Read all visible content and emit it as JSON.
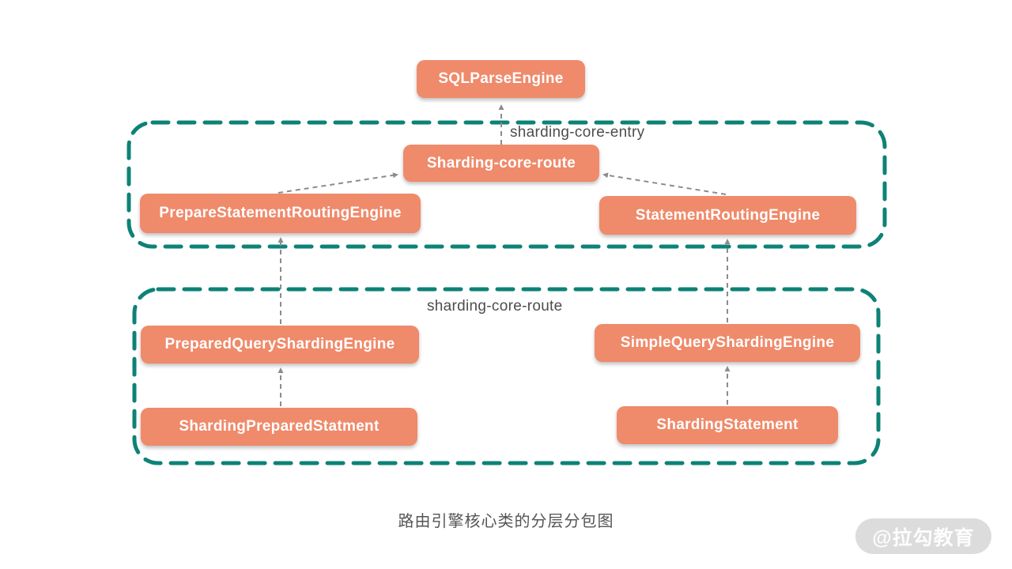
{
  "diagram": {
    "nodes": {
      "sqlParseEngine": {
        "label": "SQLParseEngine"
      },
      "shardingCoreRoute": {
        "label": "Sharding-core-route"
      },
      "prepareStatementRoutingEngine": {
        "label": "PrepareStatementRoutingEngine"
      },
      "statementRoutingEngine": {
        "label": "StatementRoutingEngine"
      },
      "preparedQueryShardingEngine": {
        "label": "PreparedQueryShardingEngine"
      },
      "simpleQueryShardingEngine": {
        "label": "SimpleQueryShardingEngine"
      },
      "shardingPreparedStatment": {
        "label": "ShardingPreparedStatment"
      },
      "shardingStatement": {
        "label": "ShardingStatement"
      }
    },
    "groups": {
      "entry": {
        "label": "sharding-core-entry"
      },
      "route": {
        "label": "sharding-core-route"
      }
    },
    "edges": [
      {
        "from": "shardingCoreRoute",
        "to": "sqlParseEngine"
      },
      {
        "from": "prepareStatementRoutingEngine",
        "to": "shardingCoreRoute"
      },
      {
        "from": "statementRoutingEngine",
        "to": "shardingCoreRoute"
      },
      {
        "from": "preparedQueryShardingEngine",
        "to": "prepareStatementRoutingEngine"
      },
      {
        "from": "simpleQueryShardingEngine",
        "to": "statementRoutingEngine"
      },
      {
        "from": "shardingPreparedStatment",
        "to": "preparedQueryShardingEngine"
      },
      {
        "from": "shardingStatement",
        "to": "simpleQueryShardingEngine"
      }
    ],
    "caption": "路由引擎核心类的分层分包图",
    "watermark": "@拉勾教育",
    "colors": {
      "node_fill": "#EF8A6B",
      "node_text": "#FFFFFF",
      "group_border": "#0D8276",
      "arrow": "#8C8C8C",
      "label_text": "#4D4D4D",
      "caption_text": "#555555",
      "watermark_bg": "#DCDCDC",
      "watermark_text": "#F5F5F5"
    }
  }
}
